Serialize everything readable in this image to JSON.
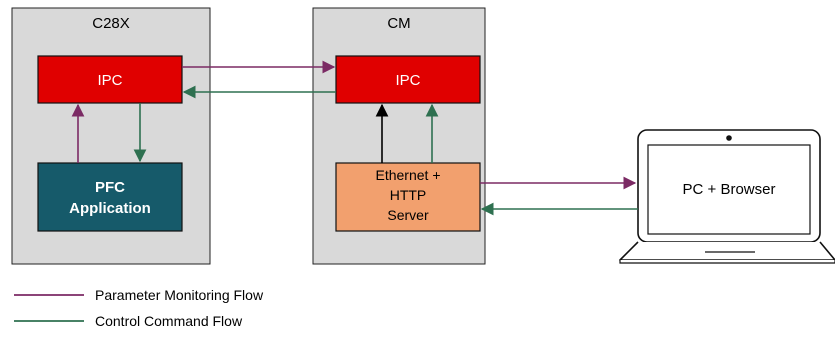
{
  "panels": {
    "c28x": {
      "title": "C28X"
    },
    "cm": {
      "title": "CM"
    }
  },
  "blocks": {
    "c28x_ipc": {
      "label": "IPC"
    },
    "cm_ipc": {
      "label": "IPC"
    },
    "pfc_app": {
      "line1": "PFC",
      "line2": "Application"
    },
    "ethernet": {
      "line1": "Ethernet +",
      "line2": "HTTP",
      "line3": "Server"
    },
    "pc": {
      "label": "PC + Browser"
    }
  },
  "legend": {
    "monitoring": "Parameter Monitoring Flow",
    "control": "Control Command Flow"
  },
  "colors": {
    "monitoring": "#7b2a64",
    "control": "#2e7050",
    "ipc": "#e00000",
    "pfc": "#165a6a",
    "ethernet": "#f2a06e",
    "panel": "#d9d9d9",
    "black_arrow": "#000000"
  }
}
